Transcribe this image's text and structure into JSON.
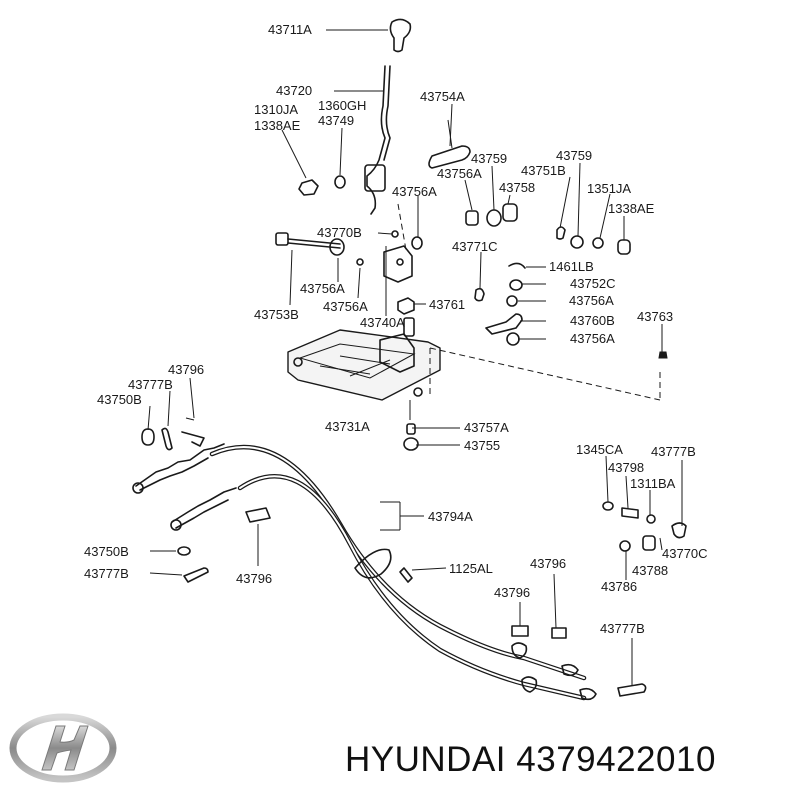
{
  "caption": {
    "brand": "HYUNDAI",
    "part_number": "4379422010"
  },
  "callouts": {
    "p43711A": "43711A",
    "p43720": "43720",
    "p1310JA": "1310JA",
    "p1338AE_left": "1338AE",
    "p1360GH": "1360GH",
    "p43749": "43749",
    "p43754A": "43754A",
    "p43759_a": "43759",
    "p43759_b": "43759",
    "p43756A_1": "43756A",
    "p43756A_2": "43756A",
    "p43751B": "43751B",
    "p43758": "43758",
    "p1351JA": "1351JA",
    "p1338AE_right": "1338AE",
    "p43770B": "43770B",
    "p43771C": "43771C",
    "p1461LB": "1461LB",
    "p43756A_3": "43756A",
    "p43752C": "43752C",
    "p43756A_4": "43756A",
    "p43753B": "43753B",
    "p43756A_5": "43756A",
    "p43761": "43761",
    "p43760B": "43760B",
    "p43740A": "43740A",
    "p43763": "43763",
    "p43756A_6": "43756A",
    "p43796_top": "43796",
    "p43777B_top": "43777B",
    "p43750B_top": "43750B",
    "p43731A": "43731A",
    "p43757A": "43757A",
    "p43755": "43755",
    "p1345CA": "1345CA",
    "p43777B_right": "43777B",
    "p43798": "43798",
    "p1311BA": "1311BA",
    "p43794A": "43794A",
    "p43770C": "43770C",
    "p43788": "43788",
    "p43786": "43786",
    "p43750B_bottom": "43750B",
    "p43777B_bottom": "43777B",
    "p43796_left": "43796",
    "p1125AL": "1125AL",
    "p43796_mid": "43796",
    "p43796_lower": "43796",
    "p43777B_lower": "43777B"
  }
}
